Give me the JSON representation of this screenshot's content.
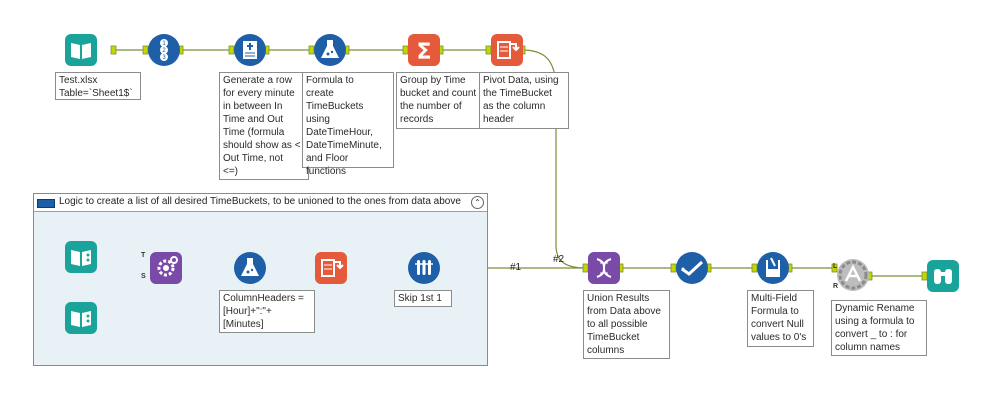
{
  "annotations": {
    "input_main": "Test.xlsx\nTable=`Sheet1$`",
    "generate_rows": "Generate a row\nfor every minute\nin between In\nTime and Out\nTime (formula\nshould show as <\nOut Time, not\n<=)",
    "formula_buckets": "Formula to\ncreate\nTimeBuckets\nusing\nDateTimeHour,\nDateTimeMinute,\nand Floor\nfunctions",
    "summarize": "Group by Time\nbucket and count\nthe number of\nrecords",
    "cross_tab": "Pivot Data, using\nthe TimeBucket\nas the column\nheader",
    "formula_headers": "ColumnHeaders =\n[Hour]+\":\"+\n[Minutes]",
    "sample": "Skip 1st 1",
    "union": "Union Results\nfrom Data above\nto all possible\nTimeBucket\ncolumns",
    "multi_field": "Multi-Field\nFormula to\nconvert Null\nvalues to 0's",
    "dynamic_rename": "Dynamic Rename\nusing a formula to\nconvert _ to : for\ncolumn names"
  },
  "container": {
    "title": "Logic to create a list of all desired TimeBuckets, to be unioned to the ones from data above",
    "collapse_symbol": "⌃"
  },
  "wire_labels": {
    "one": "#1",
    "two": "#2"
  },
  "anchors": {
    "top": "T",
    "bottom": "S",
    "left": "L",
    "right": "R"
  },
  "icons": {
    "input": "book-icon",
    "record_id": "numbered-circle-icon",
    "generate_rows": "generate-rows-icon",
    "formula": "flask-icon",
    "summarize": "sigma-icon",
    "cross_tab": "crosstab-icon",
    "append": "gears-icon",
    "sample": "test-tubes-icon",
    "union": "dna-icon",
    "multi_row": "checkmark-flow-icon",
    "multi_field": "beaker-icon",
    "dynamic_rename": "rename-icon",
    "browse": "binoculars-icon"
  },
  "colors": {
    "input": "#1aa39b",
    "preparation": "#1f5fa8",
    "transform": "#e45a3a",
    "join": "#7a4aa8",
    "parse": "#8b8b8b",
    "wire": "#6f8f1f"
  }
}
